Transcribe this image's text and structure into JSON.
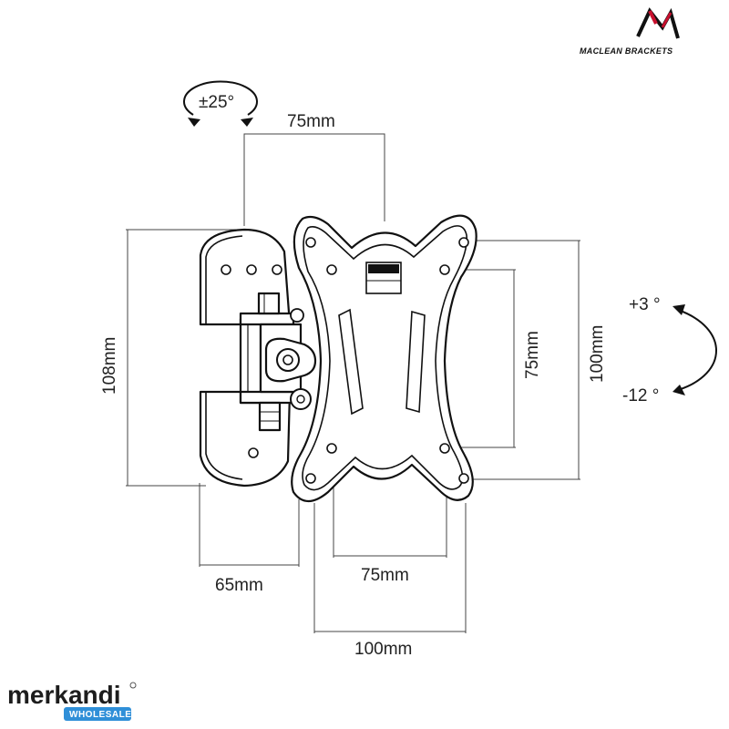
{
  "brand": {
    "name": "MACLEAN BRACKETS"
  },
  "watermark": {
    "name": "merkandi",
    "tag": "WHOLESALE"
  },
  "rotation": {
    "swivel": "±25°",
    "tilt_up": "+3 °",
    "tilt_down": "-12 °"
  },
  "dimensions": {
    "arm_width": "75mm",
    "height": "108mm",
    "depth": "65mm",
    "vesa_small_vertical": "75mm",
    "vesa_large_vertical": "100mm",
    "vesa_small_horizontal": "75mm",
    "vesa_large_horizontal": "100mm"
  },
  "colors": {
    "ink": "#111111",
    "accent_red": "#c8102e",
    "wholesale_blue": "#2f8fd8"
  }
}
